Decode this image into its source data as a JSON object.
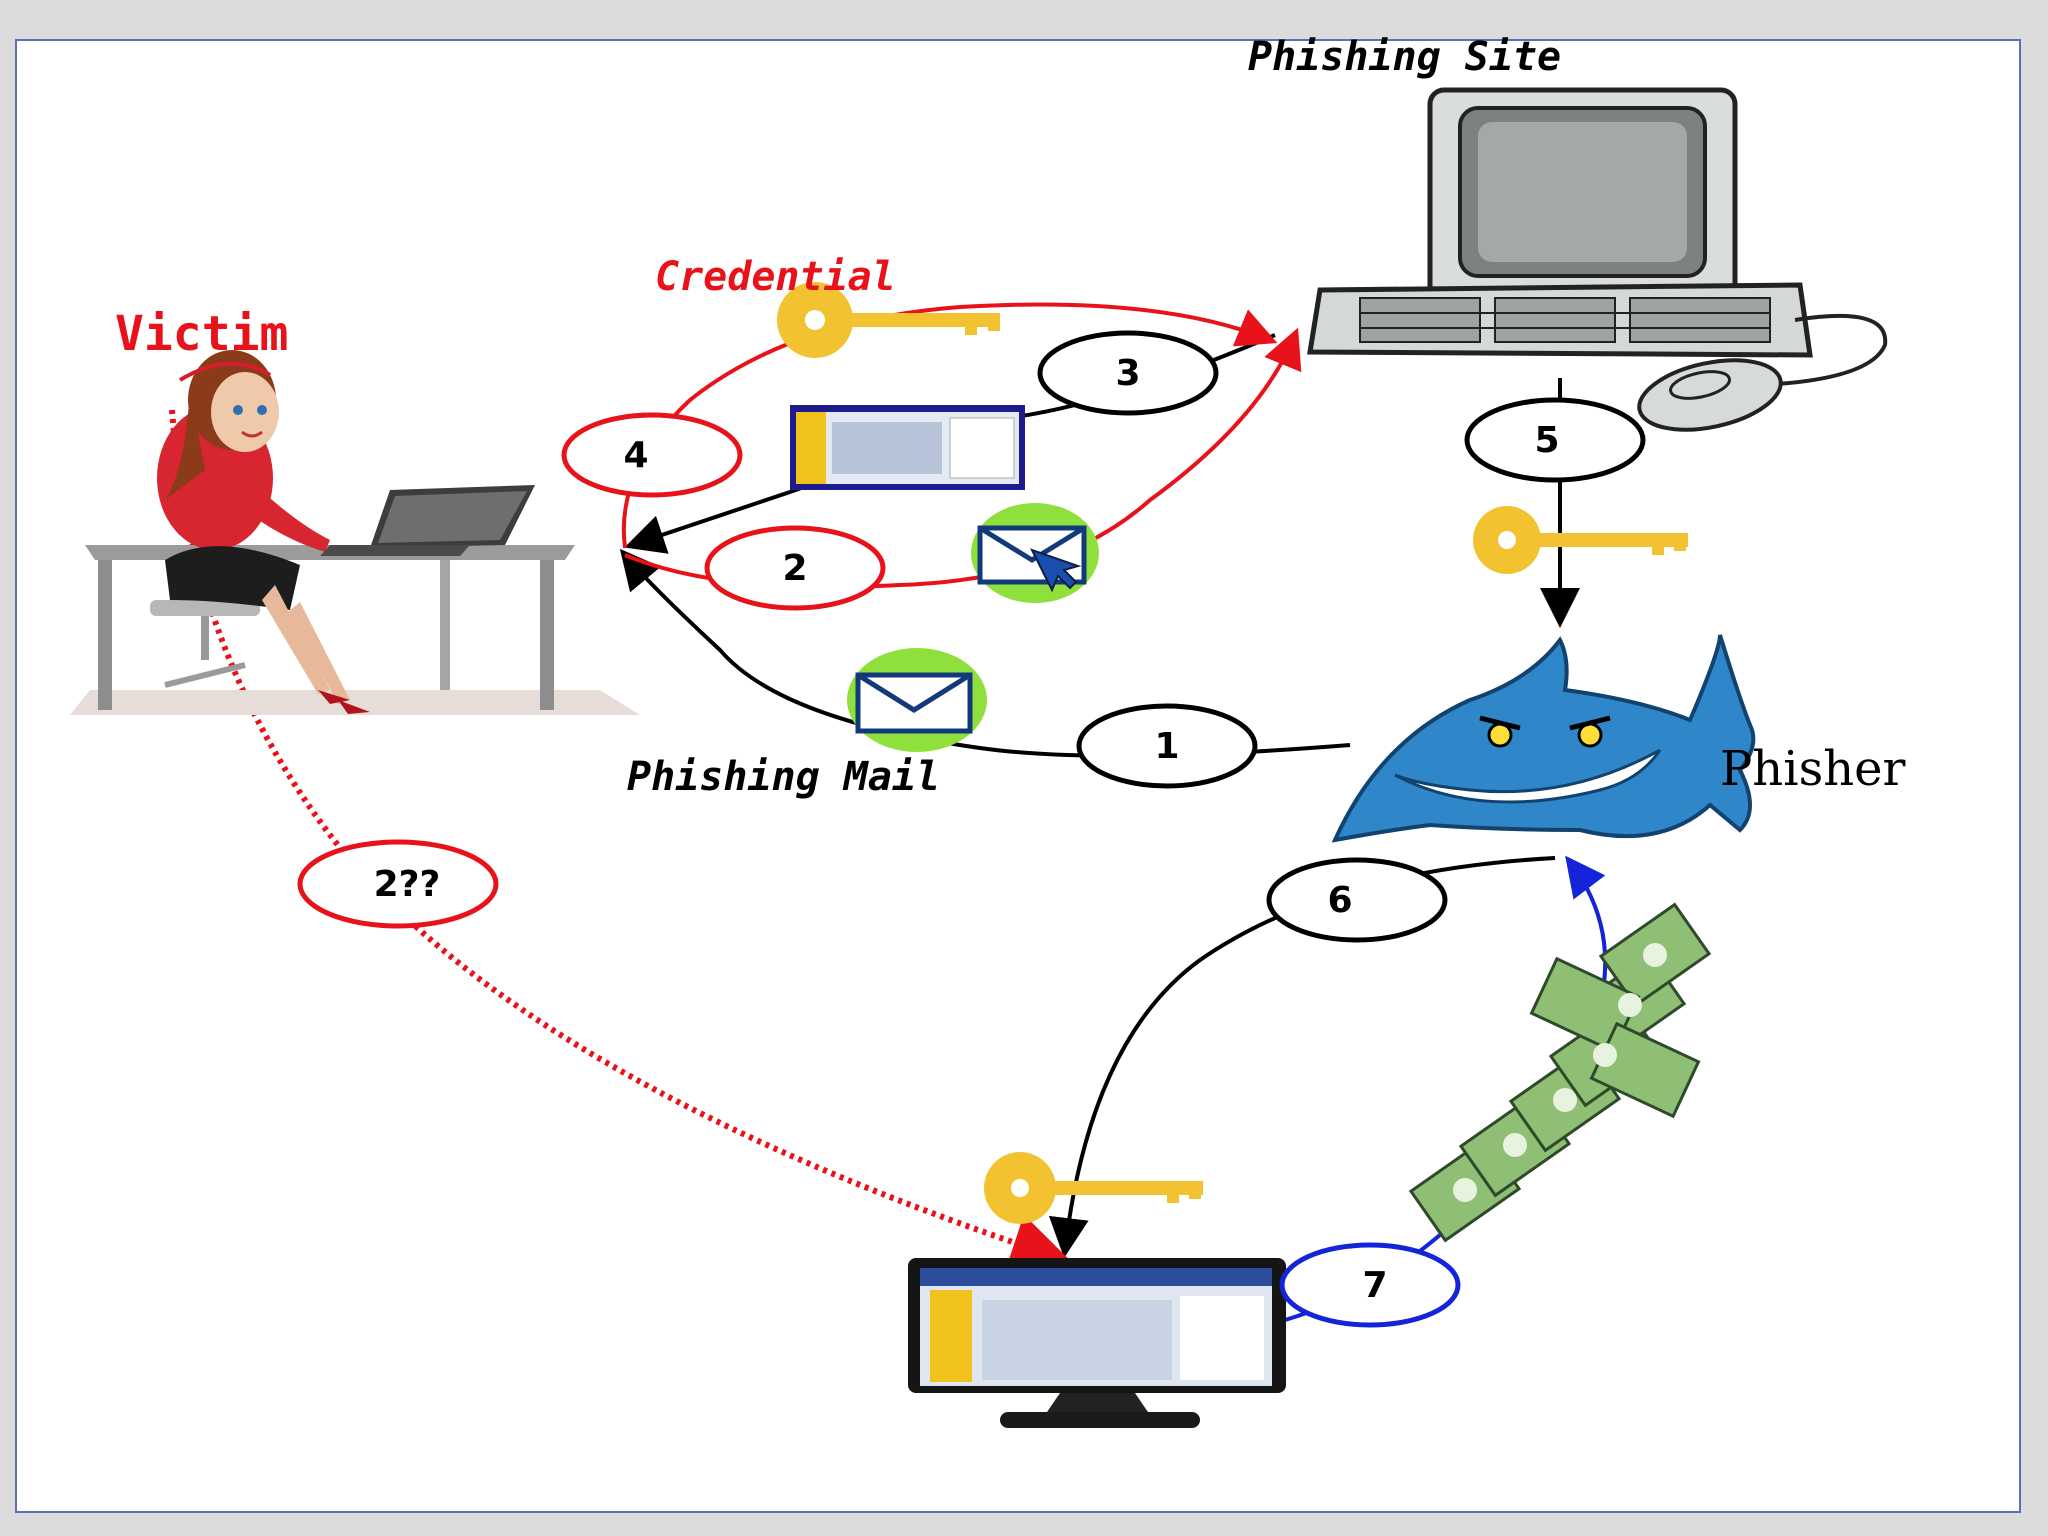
{
  "labels": {
    "victim": "Victim",
    "phishing_site": "Phishing Site",
    "credential": "Credential",
    "phishing_mail": "Phishing Mail",
    "phisher": "Phisher"
  },
  "steps": [
    "1",
    "2",
    "3",
    "4",
    "5",
    "6",
    "7",
    "2??"
  ],
  "colors": {
    "red": "#e8121b",
    "blue": "#1424d8",
    "black": "#000000",
    "key": "#f2c230",
    "money": "#7fb06b",
    "shark": "#2f86c8"
  },
  "icons": [
    "woman-at-laptop-icon",
    "computer-icon",
    "mouse-icon",
    "shark-icon",
    "key-icon",
    "envelope-icon",
    "webpage-screenshot-icon",
    "monitor-icon",
    "money-stack-icon"
  ]
}
